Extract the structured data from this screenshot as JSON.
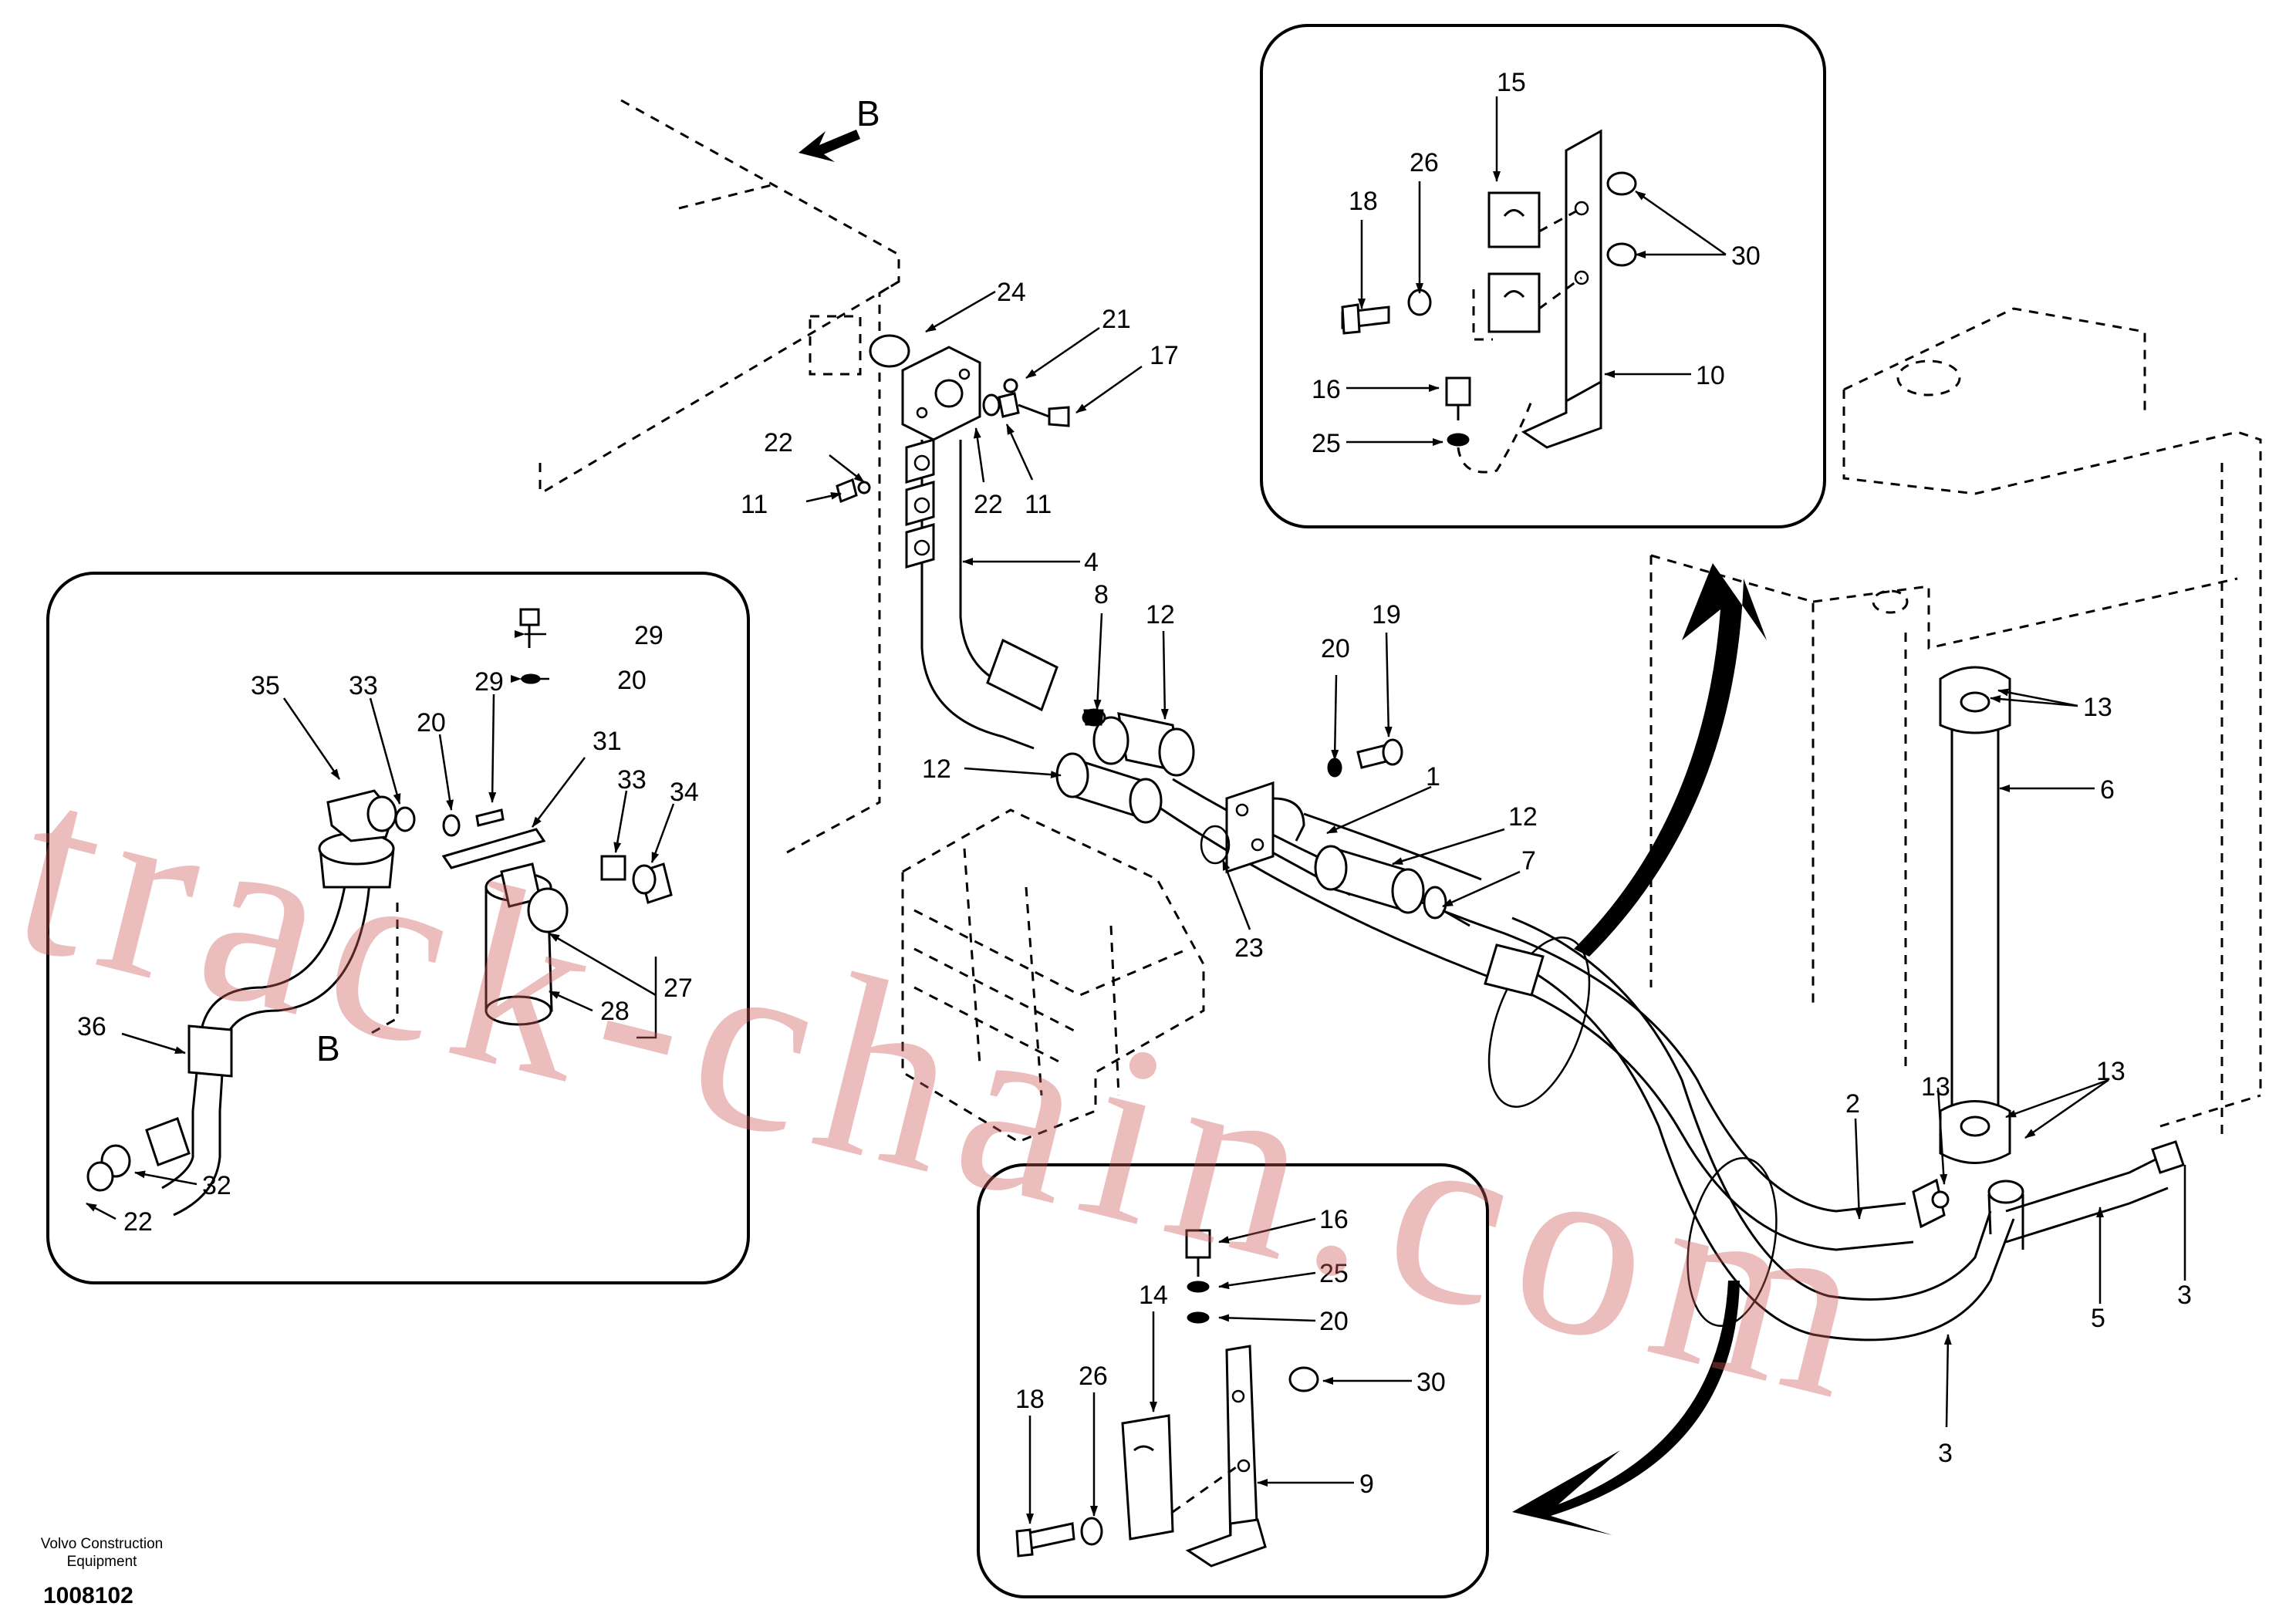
{
  "view_label": "B",
  "callouts": {
    "c1": "1",
    "c2": "2",
    "c3a": "3",
    "c3b": "3",
    "c4": "4",
    "c5": "5",
    "c6": "6",
    "c7": "7",
    "c8": "8",
    "c11a": "11",
    "c11b": "11",
    "c12a": "12",
    "c12b": "12",
    "c12c": "12",
    "c13a": "13",
    "c13b": "13",
    "c13c": "13",
    "c17": "17",
    "c19": "19",
    "c20": "20",
    "c21": "21",
    "c22a": "22",
    "c22b": "22",
    "c23": "23",
    "c24": "24"
  },
  "inset_top": {
    "c15": "15",
    "c26": "26",
    "c18": "18",
    "c30": "30",
    "c10": "10",
    "c16": "16",
    "c25": "25"
  },
  "inset_left": {
    "c29a": "29",
    "c20a": "20",
    "c35": "35",
    "c33a": "33",
    "c20b": "20",
    "c29b": "29",
    "c31": "31",
    "c33b": "33",
    "c34": "34",
    "c27": "27",
    "c28": "28",
    "c36": "36",
    "c32": "32",
    "c22": "22",
    "view": "B"
  },
  "inset_bottom": {
    "c16": "16",
    "c25": "25",
    "c20": "20",
    "c14": "14",
    "c26": "26",
    "c30": "30",
    "c18": "18",
    "c9": "9"
  },
  "footer": {
    "company_line1": "Volvo Construction",
    "company_line2": "Equipment",
    "drawing_number": "1008102"
  },
  "watermark": "track-chain.com"
}
